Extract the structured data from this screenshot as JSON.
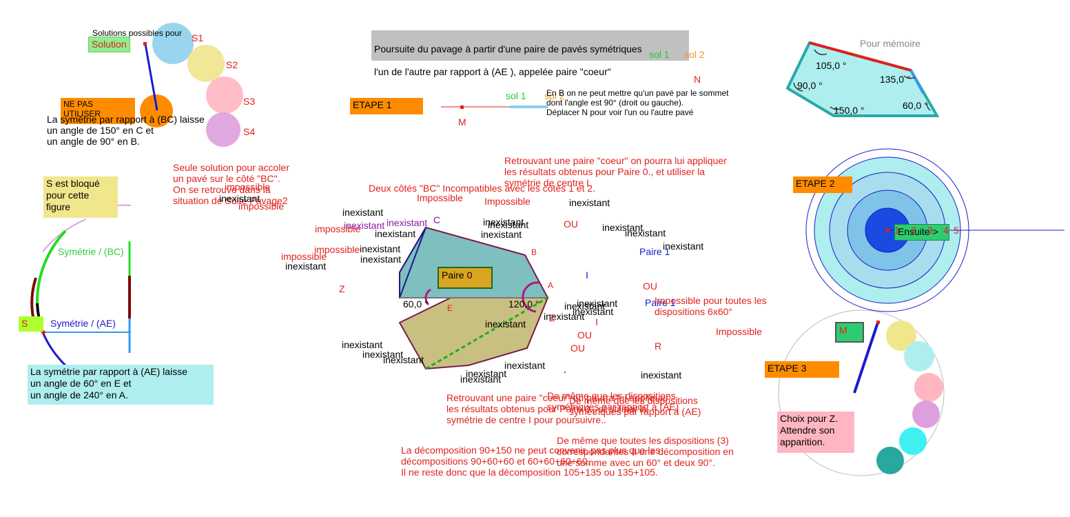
{
  "header": {
    "title_line1": "Poursuite du pavage à partir d'une paire de pavés symétriques",
    "title_line2": "l'un de l'autre par rapport à (AE ), appelée paire \"coeur\"",
    "sol1": "sol 1",
    "sol2": "sol 2",
    "pour_memoire": "Pour mémoire"
  },
  "left": {
    "solutions_possibles": "Solutions possibles pour",
    "solution_btn": "Solution",
    "s_labels": [
      "S1",
      "S2",
      "S3",
      "S4"
    ],
    "ne_pas_utiliser": "NE PAS\nUTILISER",
    "sym_bc_text": "La symétrie par rapport à (BC) laisse\nun angle de 150° en C et\nun angle de 90° en B.",
    "seule_solution": "Seule solution pour accoler\nun pavé sur le côté \"BC\".\nOn se retrouve dans la\nsituation de Suite Pavage2",
    "impossible": "impossible",
    "inexistant": "inexistant",
    "s_bloque": "S est bloqué\npour cette\nfigure",
    "sym_bc_label": "Symétrie / (BC)",
    "sym_ae_label": "Symétrie / (AE)",
    "s_btn": "S",
    "sym_ae_text": "La symétrie par rapport à (AE) laisse\nun angle de 60° en E et\nun angle de 240° en A."
  },
  "etape1": {
    "label": "ETAPE 1",
    "m_label": "M",
    "sol1": "sol 1",
    "sol2": "sol 2",
    "info": "En B on ne peut mettre qu'un pavé  par le sommet\ndont l'angle est 90° (droit ou  gauche).\nDéplacer N pour voir l'un ou l'autre pavé",
    "n_label": "N"
  },
  "center": {
    "retrouvant_top": "Retrouvant une paire \"coeur\" on pourra lui appliquer\n les résultats obtenus pour Paire 0., et utiliser la\nsymétrie de centre I",
    "deux_cotes": "Deux côtés \"BC\" Incompatibles avec les côtés 1 et 2.",
    "impossible_cap": "Impossible",
    "inexistant": "inexistant",
    "impossible": "impossible",
    "ou": "OU",
    "paire1": "Paire 1",
    "paire0": "Paire 0",
    "i_label": "I",
    "vertices": {
      "a": "A",
      "b": "B",
      "c": "C",
      "e": "E",
      "z": "Z",
      "r": "R"
    },
    "angle_60": "60,0 °",
    "angle_120": "120,0 °",
    "impossible_toutes": "Impossible  pour toutes les\ndispositions 6x60°",
    "retrouvant_bottom": "Retrouvant une paire \"coeur\" on pourra lui appliquer\nles résultats obtenus pour Paire 0., et utiliser la\nsymétrie de centre I pour poursuivre..",
    "de_meme_1": "De même que les dispositions\nsymétriques par rapport à (AE)",
    "decomposition": "La décomposition 90+150 ne peut convenir, pas plus que les\ndécompositions 90+60+60 et 60+60+60+60.\nIl ne reste donc que la décomposition 105+135 ou 135+105.",
    "de_meme_2": "De même que toutes les dispositions (3)\ncorrespondantes à une décomposition en\nune somme avec un 60° et deux 90°."
  },
  "memo": {
    "angles": [
      "105,0 °",
      "135,0 °",
      "90,0 °",
      "60,0 °",
      "150,0 °"
    ]
  },
  "etape2": {
    "label": "ETAPE 2",
    "ensuite": "Ensuite >",
    "numbers": [
      "1",
      "2",
      "3",
      "4",
      "5"
    ]
  },
  "etape3": {
    "label": "ETAPE 3",
    "m_btn": "M",
    "choix": "Choix pour Z.\nAttendre son\napparition."
  },
  "colors": {
    "orange_box": "#ff8c00",
    "grey_box": "#c0c0c0",
    "green_box": "#90ee90",
    "yellow_box": "#f0e68c",
    "cyan_box": "#afeeee",
    "pink_box": "#ffb6c1",
    "teal_poly": "#7fbfbf",
    "olive_poly": "#c8c080",
    "memo_fill": "#aeeeee",
    "memo_stroke": "#2aa8a8"
  }
}
